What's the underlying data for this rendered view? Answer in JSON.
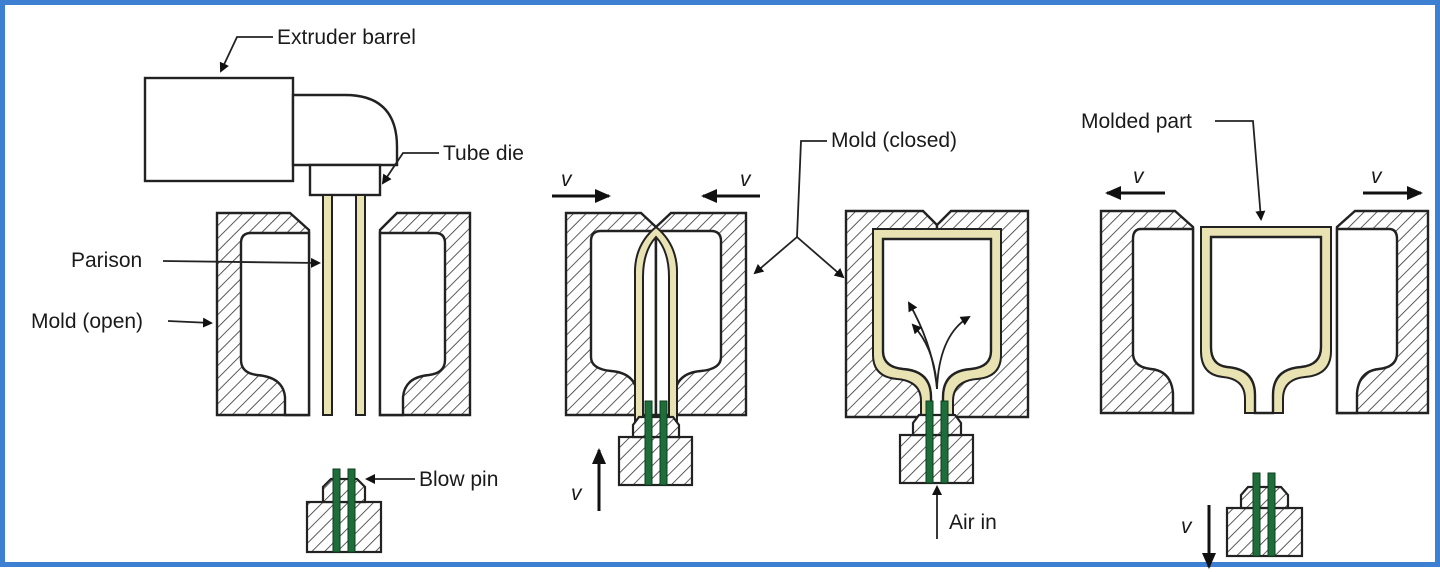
{
  "labels": {
    "extruder_barrel": "Extruder barrel",
    "tube_die": "Tube die",
    "parison": "Parison",
    "mold_open": "Mold (open)",
    "blow_pin": "Blow pin",
    "mold_closed": "Mold (closed)",
    "air_in": "Air in",
    "molded_part": "Molded part",
    "velocity": "v"
  },
  "colors": {
    "frame_border": "#3d7fd0",
    "plastic": "#e9e3b4",
    "blow_pin_core": "#1d6e3a",
    "outline": "#222222"
  }
}
